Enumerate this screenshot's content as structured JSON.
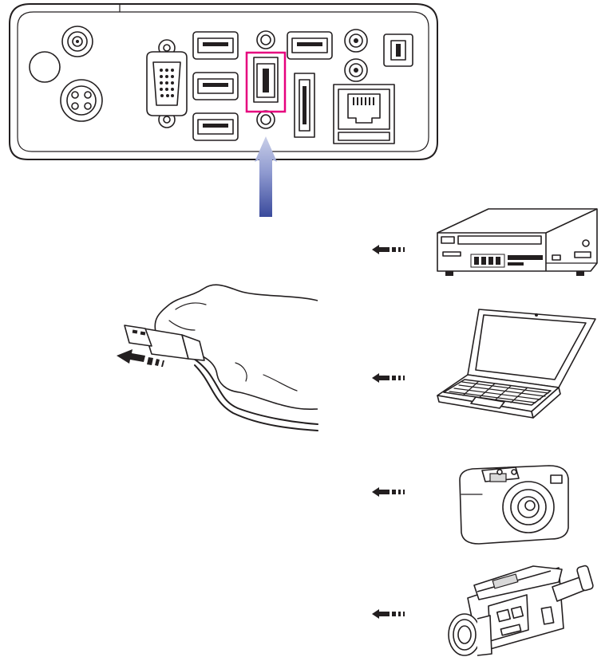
{
  "title": "",
  "colors": {
    "line": "#231f20",
    "highlight": "#e6007e",
    "arrow_top": "#c9cfe8",
    "arrow_bottom": "#3a4a9c"
  },
  "panel": {
    "ports": [
      "rf-coax-port",
      "blank-hole",
      "power-din-port",
      "vga-port",
      "usb-port",
      "usb-port",
      "usb-port",
      "hdmi-port",
      "usb-port",
      "esata-port",
      "audio-jack",
      "audio-jack",
      "optical-audio-port",
      "ethernet-port"
    ],
    "highlighted_port": "hdmi-port"
  },
  "sources": [
    "usb-flash-drive",
    "video-player",
    "laptop",
    "camera",
    "camcorder"
  ]
}
